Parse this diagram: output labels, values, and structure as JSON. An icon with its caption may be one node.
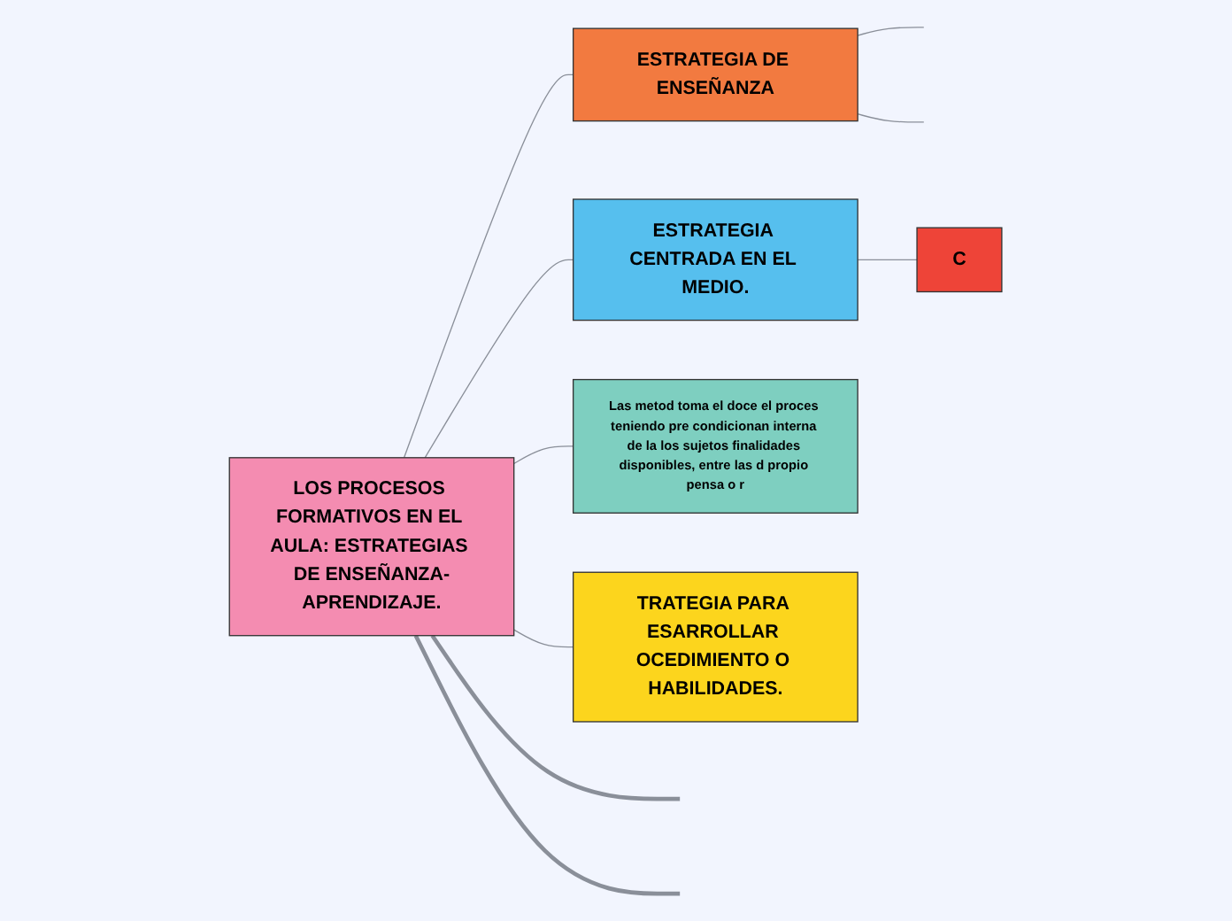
{
  "diagram": {
    "nodes": [
      {
        "text": [
          "LOS PROCESOS FORMATIVOS EN EL AULA: ESTRATEGIAS DE ENSEÑANZA-APRENDIZAJE."
        ]
      },
      {
        "text": [
          "ESTRATEGIA DE ENSEÑANZA"
        ]
      },
      {
        "text": [
          "ESTRATEGIA CENTRADA EN EL MEDIO."
        ]
      },
      {
        "text": [
          "C"
        ]
      },
      {
        "text": [
          "Las metod toma el doce el proces teniendo pre condicionan interna de la los sujetos finalidades disponibles, entre las d propio pensa o r"
        ]
      },
      {
        "text": [
          "TRATEGIA PARA ESARROLLAR OCEDIMIENTO O HABILIDADES."
        ]
      }
    ],
    "edges": [
      {
        "from": 0,
        "to": null,
        "arrow": "none",
        "style": "thick"
      },
      {
        "from": 0,
        "to": null,
        "arrow": "none",
        "style": "thick"
      },
      {
        "from": 0,
        "to": 1,
        "arrow": "none"
      },
      {
        "from": 1,
        "to": null,
        "arrow": "none"
      },
      {
        "from": 1,
        "to": null,
        "arrow": "none"
      },
      {
        "from": 0,
        "to": 2,
        "arrow": "none"
      },
      {
        "from": 2,
        "to": 3,
        "arrow": "none"
      },
      {
        "from": 0,
        "to": 4,
        "arrow": "none"
      },
      {
        "from": 0,
        "to": 5,
        "arrow": "none"
      }
    ]
  }
}
